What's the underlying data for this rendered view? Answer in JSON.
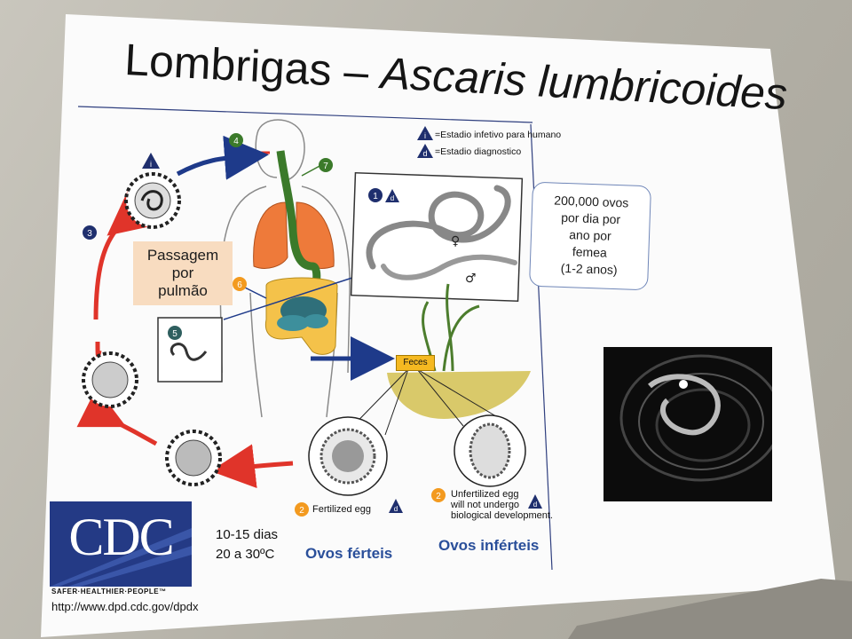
{
  "title": {
    "main": "Lombrigas – ",
    "italic": "Ascaris lumbricoides"
  },
  "legend": {
    "infective": {
      "symbol": "i",
      "text": "=Estadio infetivo para humano"
    },
    "diagnostic": {
      "symbol": "d",
      "text": "=Estadio diagnostico"
    }
  },
  "info_box": {
    "lines": [
      "200,000 ovos",
      "por dia por",
      "ano por",
      "femea",
      "(1-2 anos)"
    ]
  },
  "lung_passage": {
    "lines": [
      "Passagem",
      "por",
      "pulmão"
    ]
  },
  "stages": {
    "s1": "1",
    "s2a": "2",
    "s2b": "2",
    "s3": "3",
    "s4": "4",
    "s5": "5",
    "s6": "6",
    "s7": "7"
  },
  "worm_symbols": {
    "female": "♀",
    "male": "♂"
  },
  "feces_label": "Feces",
  "eggs": {
    "fertile_caption": "Fertilized egg",
    "infertile_caption": [
      "Unfertilized egg",
      "will not undergo",
      "biological development."
    ]
  },
  "bottom": {
    "days": "10-15 dias",
    "temp": "20 a 30ºC",
    "fertile": "Ovos férteis",
    "infertile": "Ovos inférteis"
  },
  "cdc": {
    "logo": "CDC",
    "tagline": "SAFER·HEALTHIER·PEOPLE™",
    "url": "http://www.dpd.cdc.gov/dpdx"
  },
  "colors": {
    "stage_blue": "#1f2f6e",
    "stage_green": "#3b7a2a",
    "stage_orange": "#f39a1f",
    "arrow_red": "#e0342a",
    "arrow_blue": "#1e3a8a",
    "lung": "#ee7a3a",
    "gut": "#f4c24a",
    "logo_blue": "#243a85",
    "link_blue": "#2a4f9a"
  }
}
